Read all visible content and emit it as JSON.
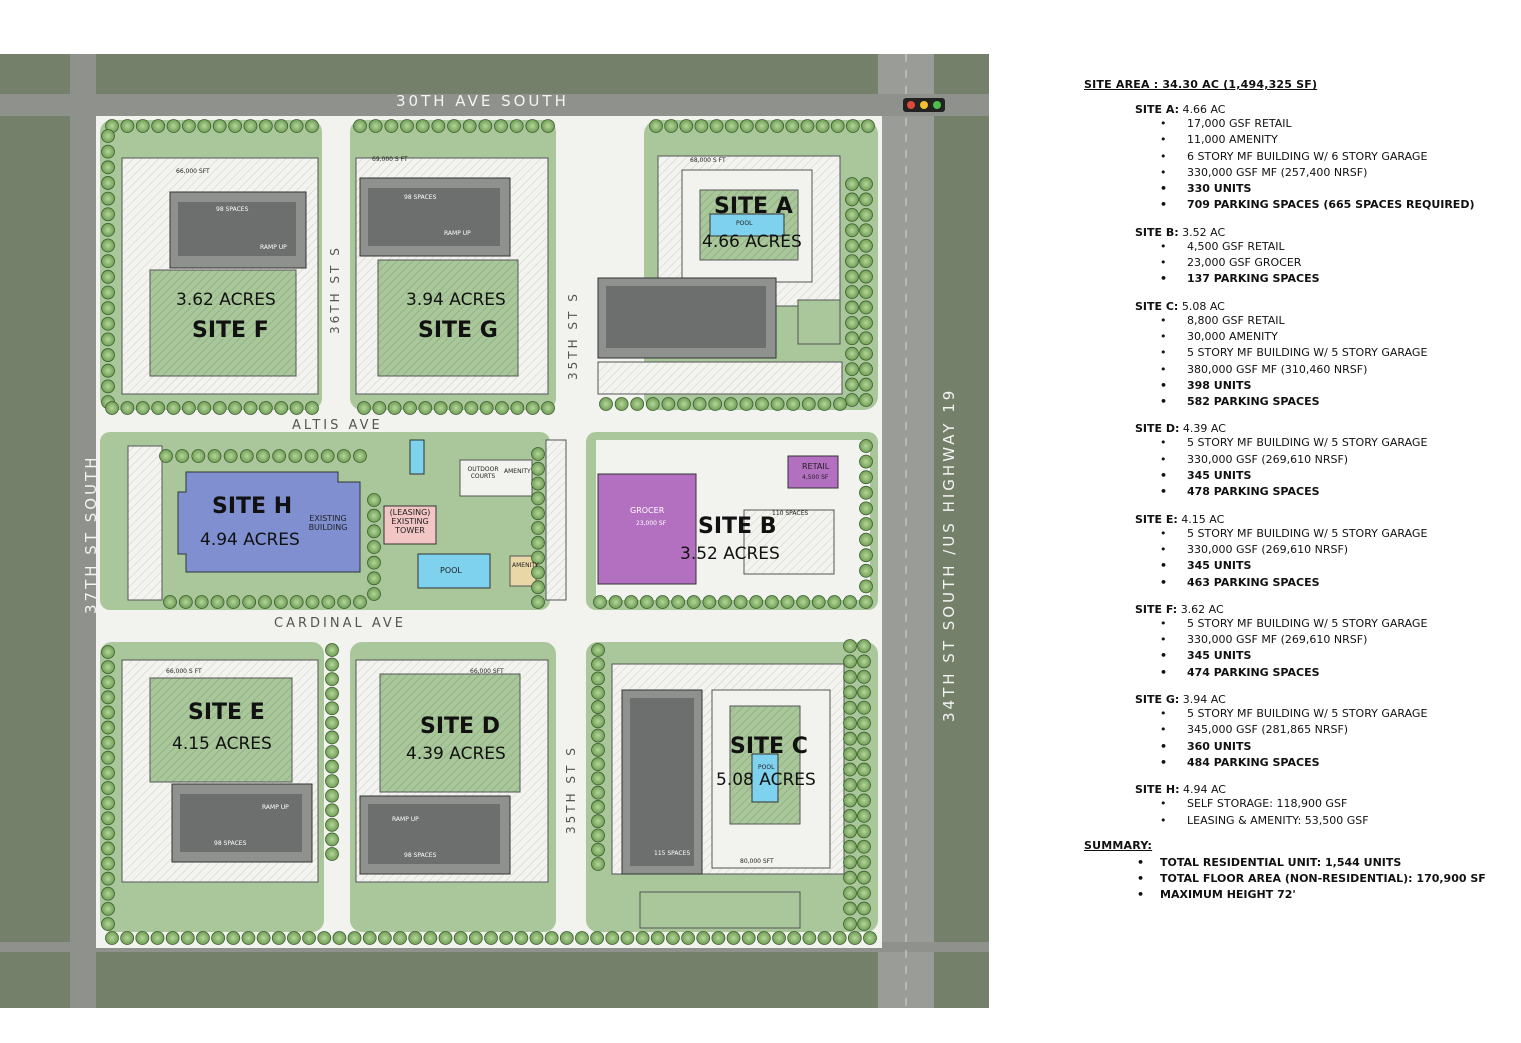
{
  "streets": {
    "north": "30TH AVE SOUTH",
    "west": "37TH ST SOUTH",
    "east": "34TH ST SOUTH /US HIGHWAY 19",
    "altis": "ALTIS AVE",
    "cardinal": "CARDINAL AVE",
    "st36": "36TH ST S",
    "st35n": "35TH ST S",
    "st35s": "35TH ST S"
  },
  "map_sites": {
    "a": {
      "name": "SITE A",
      "acres": "4.66 ACRES",
      "sft": "68,000 S FT",
      "pool": "POOL"
    },
    "b": {
      "name": "SITE B",
      "acres": "3.52 ACRES",
      "grocer": "GROCER",
      "grocer_sf": "23,000 SF",
      "retail": "RETAIL",
      "retail_sf": "4,500 SF",
      "spaces": "110 SPACES"
    },
    "c": {
      "name": "SITE C",
      "acres": "5.08 ACRES",
      "pool": "POOL",
      "sft": "80,000 SFT",
      "spaces": "115 SPACES"
    },
    "d": {
      "name": "SITE D",
      "acres": "4.39 ACRES",
      "sft": "66,000 SFT",
      "spaces": "98 SPACES",
      "ramp": "RAMP UP"
    },
    "e": {
      "name": "SITE E",
      "acres": "4.15 ACRES",
      "sft": "66,000 S FT",
      "spaces": "98 SPACES",
      "ramp": "RAMP UP"
    },
    "f": {
      "name": "SITE F",
      "acres": "3.62 ACRES",
      "sft": "66,000 SFT",
      "spaces": "98 SPACES",
      "ramp": "RAMP UP"
    },
    "g": {
      "name": "SITE G",
      "acres": "3.94 ACRES",
      "sft": "69,000 S FT",
      "spaces": "98 SPACES",
      "ramp": "RAMP UP"
    },
    "h": {
      "name": "SITE H",
      "acres": "4.94 ACRES",
      "existing": "EXISTING BUILDING",
      "leasing": "(LEASING) EXISTING TOWER",
      "pool": "POOL",
      "outdoor": "OUTDOOR COURTS",
      "amenity": "AMENITY",
      "amenity2": "AMENITY"
    }
  },
  "legend": {
    "site_area": "SITE AREA : 34.30 AC (1,494,325 SF)",
    "sites": [
      {
        "label": "SITE A:",
        "area": "4.66 AC",
        "items": [
          {
            "t": "17,000 GSF RETAIL",
            "b": false
          },
          {
            "t": "11,000 AMENITY",
            "b": false
          },
          {
            "t": "6 STORY MF BUILDING W/ 6 STORY GARAGE",
            "b": false
          },
          {
            "t": "330,000 GSF MF (257,400 NRSF)",
            "b": false
          },
          {
            "t": "330 UNITS",
            "b": true
          },
          {
            "t": "709 PARKING SPACES  (665 SPACES REQUIRED)",
            "b": true
          }
        ]
      },
      {
        "label": "SITE B:",
        "area": "3.52 AC",
        "items": [
          {
            "t": "4,500 GSF RETAIL",
            "b": false
          },
          {
            "t": "23,000 GSF GROCER",
            "b": false
          },
          {
            "t": "137 PARKING SPACES",
            "b": true
          }
        ]
      },
      {
        "label": "SITE C:",
        "area": "5.08 AC",
        "items": [
          {
            "t": "8,800 GSF RETAIL",
            "b": false
          },
          {
            "t": "30,000 AMENITY",
            "b": false
          },
          {
            "t": "5 STORY MF BUILDING W/ 5 STORY GARAGE",
            "b": false
          },
          {
            "t": "380,000 GSF MF (310,460 NRSF)",
            "b": false
          },
          {
            "t": "398 UNITS",
            "b": true
          },
          {
            "t": "582 PARKING SPACES",
            "b": true
          }
        ]
      },
      {
        "label": "SITE D:",
        "area": "4.39 AC",
        "items": [
          {
            "t": "5 STORY MF BUILDING W/ 5 STORY GARAGE",
            "b": false
          },
          {
            "t": "330,000 GSF (269,610 NRSF)",
            "b": false
          },
          {
            "t": "345 UNITS",
            "b": true
          },
          {
            "t": "478 PARKING SPACES",
            "b": true
          }
        ]
      },
      {
        "label": "SITE E:",
        "area": "4.15 AC",
        "items": [
          {
            "t": "5 STORY MF BUILDING W/ 5 STORY GARAGE",
            "b": false
          },
          {
            "t": "330,000 GSF (269,610 NRSF)",
            "b": false
          },
          {
            "t": "345 UNITS",
            "b": true
          },
          {
            "t": "463 PARKING SPACES",
            "b": true
          }
        ]
      },
      {
        "label": "SITE F:",
        "area": "3.62 AC",
        "items": [
          {
            "t": "5 STORY MF BUILDING W/ 5 STORY GARAGE",
            "b": false
          },
          {
            "t": "330,000 GSF MF (269,610 NRSF)",
            "b": false
          },
          {
            "t": "345 UNITS",
            "b": true
          },
          {
            "t": "474 PARKING SPACES",
            "b": true
          }
        ]
      },
      {
        "label": "SITE G:",
        "area": "3.94 AC",
        "items": [
          {
            "t": "5 STORY MF BUILDING W/ 5 STORY GARAGE",
            "b": false
          },
          {
            "t": "345,000 GSF (281,865 NRSF)",
            "b": false
          },
          {
            "t": "360 UNITS",
            "b": true
          },
          {
            "t": "484 PARKING SPACES",
            "b": true
          }
        ]
      },
      {
        "label": "SITE H:",
        "area": "4.94 AC",
        "items": [
          {
            "t": "SELF STORAGE: 118,900 GSF",
            "b": false
          },
          {
            "t": "LEASING & AMENITY: 53,500 GSF",
            "b": false
          }
        ]
      }
    ],
    "summary_title": "SUMMARY:",
    "summary": [
      "TOTAL RESIDENTIAL UNIT: 1,544 UNITS",
      "TOTAL FLOOR AREA (NON-RESIDENTIAL): 170,900 SF",
      "MAXIMUM HEIGHT 72'"
    ]
  },
  "colors": {
    "aerial": "#6f7a66",
    "lawn": "#a9c79a",
    "paving": "#f2f2ee",
    "building": "#8f918f",
    "garage": "#6d6f6e",
    "site_h": "#7f8fd0",
    "grocer": "#b36fc0",
    "tree": "#8dbb6f",
    "pool": "#7fd2ee",
    "leasing": "#f3c6c6"
  }
}
